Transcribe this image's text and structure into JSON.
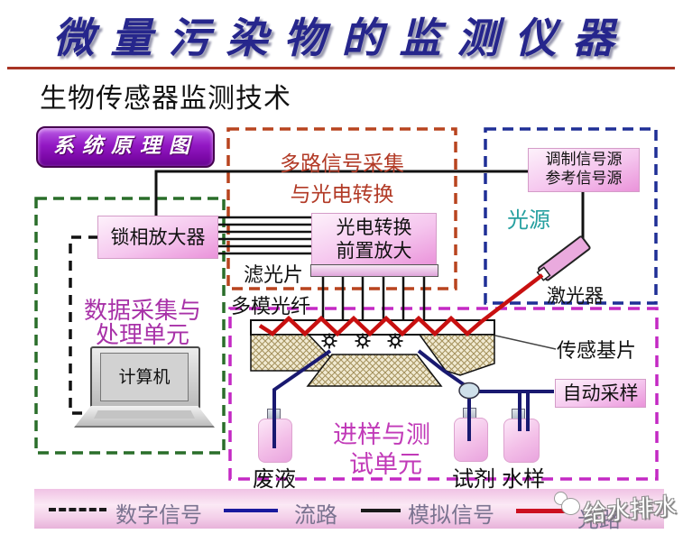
{
  "title": "微量污染物的监测仪器",
  "subtitle": "生物传感器监测技术",
  "badge": {
    "label": "系统原理图"
  },
  "modules": {
    "multi_signal": {
      "line1": "多路信号采集",
      "line2": "与光电转换"
    },
    "lock_in_amp": {
      "label": "锁相放大器"
    },
    "photo_preamp": {
      "line1": "光电转换",
      "line2": "前置放大"
    },
    "mod_ref_source": {
      "line1": "调制信号源",
      "line2": "参考信号源"
    },
    "light_source": {
      "label": "光源"
    },
    "laser": {
      "label": "激光器"
    },
    "optical_filter": {
      "label": "滤光片"
    },
    "multimode_fiber": {
      "label": "多模光纤"
    },
    "data_unit": {
      "line1": "数据采集与",
      "line2": "处理单元"
    },
    "computer": {
      "label": "计算机"
    },
    "sensor_chip": {
      "label": "传感基片"
    },
    "auto_sampling": {
      "label": "自动采样"
    },
    "sampling_unit": {
      "line1": "进样与测",
      "line2": "试单元"
    },
    "waste_bottle": {
      "label": "废液"
    },
    "reagent_bottle": {
      "label": "试剂"
    },
    "water_sample_bottle": {
      "label": "水样"
    }
  },
  "legend": {
    "items": [
      {
        "label": "数字信号",
        "line_style": "dashed",
        "color": "#1a1a1a"
      },
      {
        "label": "流路",
        "line_style": "solid",
        "color": "#1a1a9e"
      },
      {
        "label": "模拟信号",
        "line_style": "solid",
        "color": "#1a1a1a"
      },
      {
        "label": "光路",
        "line_style": "solid",
        "color": "#cc1020"
      }
    ]
  },
  "watermark": {
    "label": "给水排水"
  },
  "colors": {
    "title_navy": "#26268c",
    "red_rule": "#a83424",
    "badge_purple": "#9318c4",
    "module_pink": "#f5c6ee",
    "box_dash_green": "#2a6e2a",
    "box_dash_red": "#b8441f",
    "box_dash_navy": "#1f2f96",
    "box_dash_magenta": "#c429c4",
    "beam_red": "#c81010",
    "flow_blue": "#191970",
    "substrate_tan": "#f1ead2"
  }
}
